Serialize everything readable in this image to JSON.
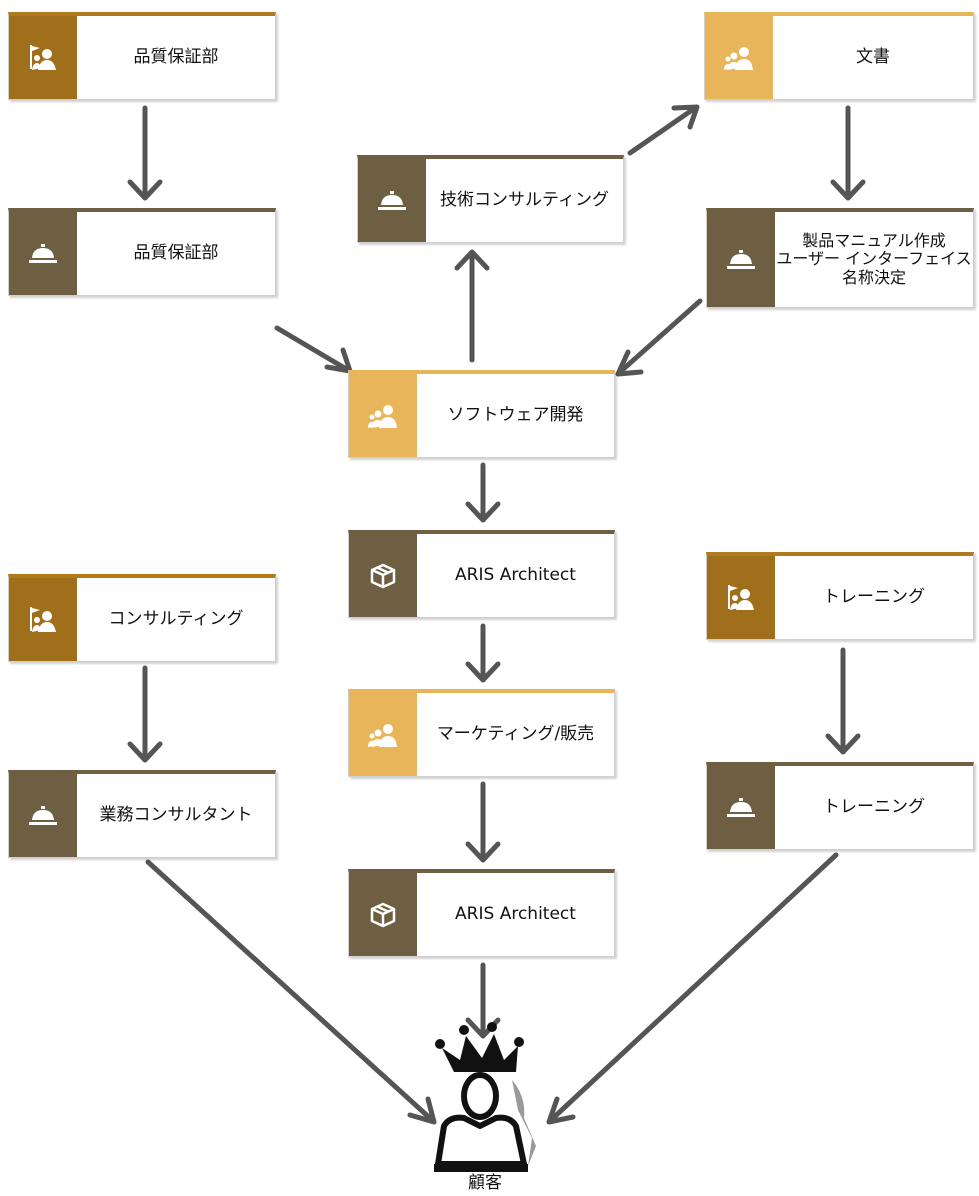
{
  "diagram": {
    "nodes": {
      "qa_org": {
        "label": "品質保証部",
        "icon": "org-unit-icon"
      },
      "qa_service": {
        "label": "品質保証部",
        "icon": "service-bell-icon"
      },
      "tech_consulting": {
        "label": "技術コンサルティング",
        "icon": "service-bell-icon"
      },
      "documents": {
        "label": "文書",
        "icon": "group-icon"
      },
      "manual_service": {
        "label": "製品マニュアル作成\nユーザー インターフェイス\n名称決定",
        "icon": "service-bell-icon"
      },
      "software_dev": {
        "label": "ソフトウェア開発",
        "icon": "group-icon"
      },
      "aris_1": {
        "label": "ARIS Architect",
        "icon": "product-box-icon"
      },
      "consulting_org": {
        "label": "コンサルティング",
        "icon": "org-unit-icon"
      },
      "marketing": {
        "label": "マーケティング/販売",
        "icon": "group-icon"
      },
      "training_org": {
        "label": "トレーニング",
        "icon": "org-unit-icon"
      },
      "business_consultant": {
        "label": "業務コンサルタント",
        "icon": "service-bell-icon"
      },
      "training_service": {
        "label": "トレーニング",
        "icon": "service-bell-icon"
      },
      "aris_2": {
        "label": "ARIS Architect",
        "icon": "product-box-icon"
      }
    },
    "customer": {
      "label": "顧客",
      "icon": "customer-crown-icon"
    },
    "colors": {
      "org_dark": "#a06f1c",
      "group_light": "#e8b55a",
      "service_brown": "#6f5f42",
      "arrow": "#555555"
    }
  }
}
